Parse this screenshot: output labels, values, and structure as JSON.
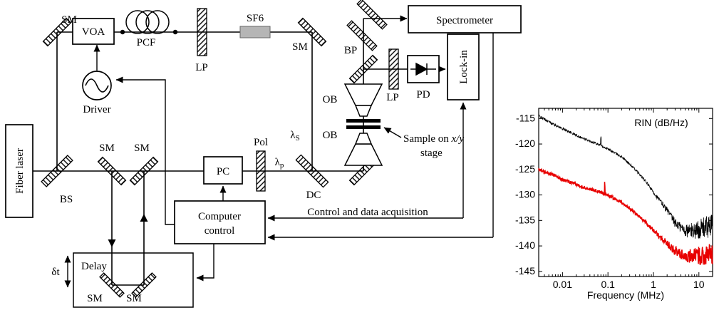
{
  "figure": {
    "labels": {
      "sm": "SM",
      "voa": "VOA",
      "pcf": "PCF",
      "lp": "LP",
      "sf6": "SF6",
      "bp": "BP",
      "spectrometer": "Spectrometer",
      "driver": "Driver",
      "fiber_laser": "Fiber laser",
      "bs": "BS",
      "pc": "PC",
      "pol": "Pol",
      "lambda": "λ",
      "sub_s": "S",
      "sub_p": "p",
      "dc": "DC",
      "ob": "OB",
      "sample_prefix": "Sample on ",
      "sample_xy": "x/y",
      "sample_line2": "stage",
      "pd": "PD",
      "lock_in": "Lock-in",
      "computer_line1": "Computer",
      "computer_line2": "control",
      "control_text": "Control and data acquisition",
      "delay": "Delay",
      "delta_t": "δt"
    },
    "colors": {
      "sf6_fill": "#b5b5b5",
      "trace_black": "#000000",
      "trace_red": "#e80000"
    }
  },
  "chart_data": {
    "type": "line",
    "title": "RIN (dB/Hz)",
    "xlabel": "Frequency (MHz)",
    "ylabel": "",
    "x_scale": "log",
    "xlim": [
      0.003,
      20
    ],
    "ylim": [
      -146,
      -113
    ],
    "yticks": [
      -115,
      -120,
      -125,
      -130,
      -135,
      -140,
      -145
    ],
    "xticks": [
      0.01,
      0.1,
      1,
      10
    ],
    "grid": false,
    "legend": null,
    "series": [
      {
        "name": "black-trace",
        "color": "#000000",
        "x": [
          0.003,
          0.006,
          0.01,
          0.03,
          0.06,
          0.1,
          0.2,
          0.4,
          0.7,
          1,
          1.5,
          2,
          3,
          5,
          8,
          12,
          20
        ],
        "y": [
          -114.5,
          -116,
          -117,
          -119,
          -120,
          -121,
          -122.5,
          -125,
          -127.5,
          -129.5,
          -131.5,
          -133,
          -135.5,
          -137,
          -137,
          -136.5,
          -136
        ],
        "noise_low": 0.25,
        "noise_high": 2.3,
        "spike_x": 0.07,
        "spike_db": 2.0
      },
      {
        "name": "red-trace",
        "color": "#e80000",
        "x": [
          0.003,
          0.006,
          0.01,
          0.03,
          0.06,
          0.1,
          0.2,
          0.4,
          0.7,
          1,
          1.5,
          2,
          3,
          5,
          8,
          12,
          20
        ],
        "y": [
          -125,
          -126,
          -127,
          -128.5,
          -129.3,
          -130,
          -131.5,
          -133.5,
          -135.5,
          -137,
          -138.5,
          -139.5,
          -141,
          -142,
          -142,
          -141.8,
          -141.5
        ],
        "noise_low": 0.3,
        "noise_high": 2.2,
        "spike_x": 0.085,
        "spike_db": 2.5
      }
    ]
  }
}
